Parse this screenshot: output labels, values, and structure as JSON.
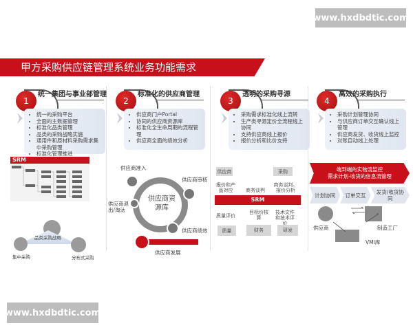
{
  "watermark": "www.hxdbdtic.com",
  "title": "甲方采购供应链管理系统业务功能需求",
  "columns": [
    {
      "num": "1",
      "heading": "统一集团与事业部管理",
      "items": [
        "统一的采购平台",
        "全面的主数据管理",
        "标准化品类管理",
        "品类的采购战略实施",
        "通用件和原材料采购需求集中采购管理",
        "标准化管理推进"
      ]
    },
    {
      "num": "2",
      "heading": "标准化的供应商管理",
      "items": [
        "供应商门户Portal",
        "协同的供应商资源库",
        "标准化全生命周期的流程管理",
        "供应商全面的绩效分析"
      ]
    },
    {
      "num": "3",
      "heading": "透明的采购寻源",
      "items": [
        "采购需求标准化线上流转",
        "生产类寻源定价全流程线上协同",
        "支持供应商线上报价",
        "报价分析和比价支持"
      ]
    },
    {
      "num": "4",
      "heading": "高效的采购执行",
      "items": [
        "采购计划管理协同",
        "与供应商订单交互确认线上管理",
        "供应商发货、收货线上监控",
        "对账自动线上处理"
      ]
    }
  ],
  "srm_panel": {
    "title": "SRM",
    "strategy": "品类采购战略",
    "central": "集中采购",
    "distributed": "分布式采购"
  },
  "lifecycle": {
    "center": "供应商资源库",
    "admission": "供应商准入",
    "review": "供应商审核",
    "performance": "供应商绩效",
    "exit": "供应商退出/淘汰",
    "development": "供应商发展"
  },
  "sourcing": {
    "srm": "SRM",
    "top": [
      "供应商",
      "采购"
    ],
    "top_labels": [
      "报价和产品对应",
      "商务谈判",
      "商务谈判、报价分析"
    ],
    "bottom_labels": [
      "质量评价",
      "目标价核算",
      "技术文件和技术评价"
    ],
    "bottom": [
      "质量",
      "财务",
      "研发"
    ]
  },
  "execution": {
    "banner_line1": "端到端的实物流监控",
    "banner_line2": "需求计划-收货的信息流管理",
    "steps": [
      "计划协同",
      "订单交互",
      "发货/收货协同"
    ],
    "supplier": "供应商",
    "factory": "制造工厂",
    "vmi": "VMI库"
  }
}
